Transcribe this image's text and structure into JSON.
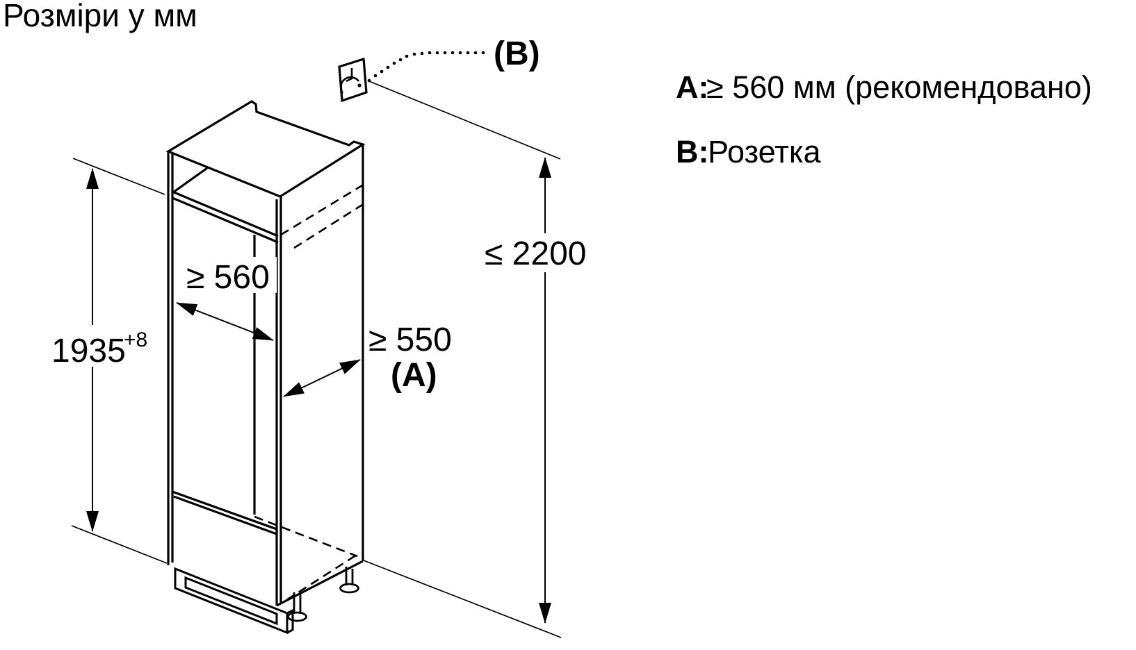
{
  "title": "Розміри у мм",
  "diagram": {
    "labels": {
      "socket_callout": "(B)",
      "niche_height": "1935",
      "niche_height_tolerance": "+8",
      "max_height": "≤ 2200",
      "niche_width": "≥ 560",
      "niche_depth": "≥ 550",
      "niche_depth_ref": "(A)"
    },
    "icons": {
      "socket": "power-socket-icon"
    }
  },
  "legend": {
    "items": [
      {
        "key": "A:",
        "value": "≥ 560 мм (рекомендовано)"
      },
      {
        "key": "B:",
        "value": "Розетка"
      }
    ]
  }
}
